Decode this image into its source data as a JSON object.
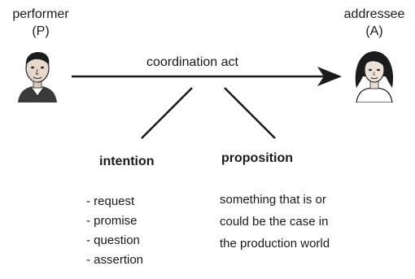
{
  "performer": {
    "label": "performer",
    "abbrev": "(P)",
    "icon": "man-portrait-icon"
  },
  "addressee": {
    "label": "addressee",
    "abbrev": "(A)",
    "icon": "woman-portrait-icon"
  },
  "arrow_label": "coordination act",
  "intention": {
    "heading": "intention",
    "items": [
      "- request",
      "- promise",
      "- question",
      "- assertion"
    ]
  },
  "proposition": {
    "heading": "proposition",
    "lines": [
      "something that is or",
      "could be the case in",
      "the production world"
    ]
  }
}
